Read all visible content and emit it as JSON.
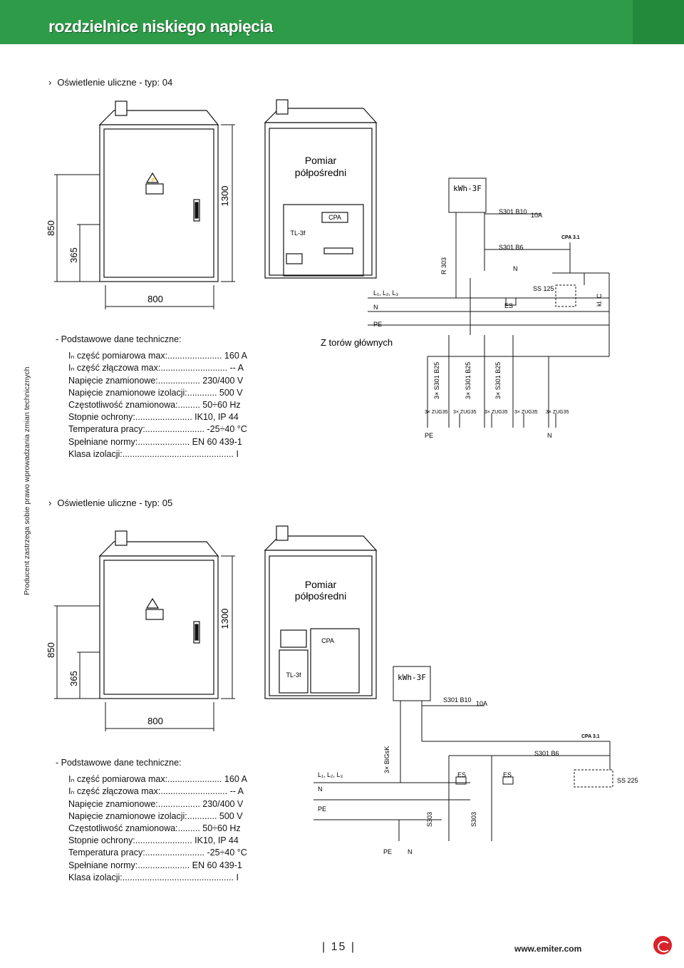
{
  "header": {
    "title": "rozdzielnice niskiego napięcia"
  },
  "side_note": "Producent zastrzega sobie prawo wprowadzania zmian technicznych",
  "section1": {
    "title": "Oświetlenie uliczne - typ: 04",
    "dims": {
      "h_total": "850",
      "h_base": "365",
      "h_cab": "1300",
      "w": "800"
    },
    "cabinet_label": "Pomiar\npółpośredni",
    "meter": "kWh-3F",
    "tl": "TL-3f",
    "cpa": "CPA",
    "labels": {
      "s301b10": "S301 B10",
      "a10": "10A",
      "s301b6": "S301 B6",
      "cpa31": "CPA 3.1",
      "r303": "R 303",
      "n": "N",
      "ss125": "SS 125",
      "klc": "kl. C",
      "es": "ES",
      "l123": "L₁, L₂, L₃",
      "n2": "N",
      "pe": "PE",
      "torow": "Z torów głównych",
      "s301b25a": "3× S301 B25",
      "s301b25b": "3× S301 B25",
      "s301b25c": "3× S301 B25",
      "zug": "3× ZUG35",
      "pe2": "PE",
      "n3": "N"
    },
    "tech_header": "- Podstawowe dane techniczne:",
    "tech_rows": [
      "Iₙ część pomiarowa max:...................... 160 A",
      "Iₙ część złączowa max:........................... -- A",
      "Napięcie znamionowe:................. 230/400 V",
      "Napięcie znamionowe izolacji:............ 500 V",
      "Częstotliwość znamionowa:......... 50÷60 Hz",
      "Stopnie ochrony:....................... IK10, IP 44",
      "Temperatura pracy:........................ -25÷40 °C",
      "Spełniane normy:..................... EN 60 439-1",
      "Klasa izolacji:............................................. I"
    ]
  },
  "section2": {
    "title": "Oświetlenie uliczne - typ: 05",
    "dims": {
      "h_total": "850",
      "h_base": "365",
      "h_cab": "1300",
      "w": "800"
    },
    "cabinet_label": "Pomiar\npółpośredni",
    "meter": "kWh-3F",
    "tl": "TL-3f",
    "cpa": "CPA",
    "labels": {
      "s301b10": "S301 B10",
      "a10": "10A",
      "cpa31": "CPA 3.1",
      "bigsk": "3× BiGsK",
      "s301b6": "S301 B6",
      "l123": "L₁, L₂, L₃",
      "n": "N",
      "pe": "PE",
      "es1": "ES",
      "es2": "ES",
      "ss225": "SS 225",
      "s303a": "S303",
      "s303b": "S303",
      "pe2": "PE",
      "n2": "N"
    },
    "tech_header": "- Podstawowe dane techniczne:",
    "tech_rows": [
      "Iₙ część pomiarowa max:...................... 160 A",
      "Iₙ część złączowa max:........................... -- A",
      "Napięcie znamionowe:................. 230/400 V",
      "Napięcie znamionowe izolacji:............ 500 V",
      "Częstotliwość znamionowa:......... 50÷60 Hz",
      "Stopnie ochrony:....................... IK10, IP 44",
      "Temperatura pracy:........................ -25÷40 °C",
      "Spełniane normy:..................... EN 60 439-1",
      "Klasa izolacji:............................................. I"
    ]
  },
  "footer": {
    "page": "15",
    "url": "www.emiter.com"
  }
}
